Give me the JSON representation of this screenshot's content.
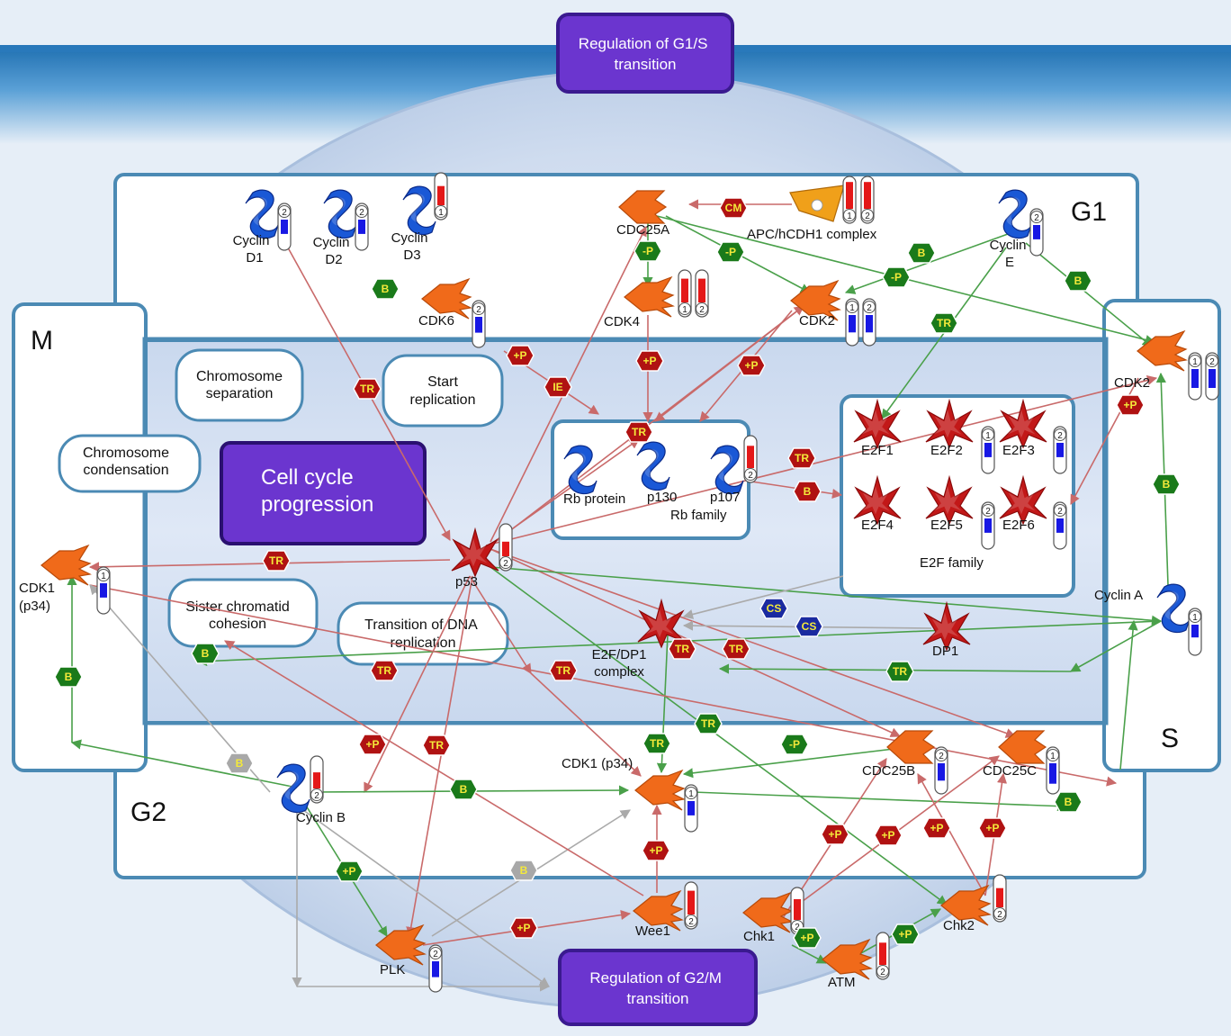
{
  "header": {
    "g1s_regulation": [
      "Regulation of G1/S",
      "transition"
    ],
    "g2m_regulation": [
      "Regulation of G2/M",
      "transition"
    ],
    "center_title": [
      "Cell cycle",
      "progression"
    ]
  },
  "phases": {
    "g1": "G1",
    "s": "S",
    "g2": "G2",
    "m": "M"
  },
  "process_boxes": {
    "chromosome_separation": [
      "Chromosome",
      "separation"
    ],
    "start_replication": [
      "Start",
      "replication"
    ],
    "chromosome_condensation": [
      "Chromosome",
      "condensation"
    ],
    "sister_chromatid_cohesion": [
      "Sister chromatid",
      "cohesion"
    ],
    "transition_dna_replication": [
      "Transition of DNA",
      "replication"
    ]
  },
  "groups": {
    "rb_family": "Rb family",
    "e2f_family": "E2F family"
  },
  "nodes": {
    "cyclin_d1": [
      "Cyclin",
      "D1"
    ],
    "cyclin_d2": [
      "Cyclin",
      "D2"
    ],
    "cyclin_d3": [
      "Cyclin",
      "D3"
    ],
    "cdc25a": "CDC25A",
    "apc": "APC/hCDH1 complex",
    "cyclin_e": [
      "Cyclin",
      "E"
    ],
    "cdk6": "CDK6",
    "cdk4": "CDK4",
    "cdk2_g1": "CDK2",
    "cdk2_s": "CDK2",
    "rb_protein": "Rb protein",
    "p130": "p130",
    "p107": "p107",
    "e2f1": "E2F1",
    "e2f2": "E2F2",
    "e2f3": "E2F3",
    "e2f4": "E2F4",
    "e2f5": "E2F5",
    "e2f6": "E2F6",
    "p53": "p53",
    "e2f_dp1": [
      "E2F/DP1",
      "complex"
    ],
    "dp1": "DP1",
    "cyclin_a": "Cyclin A",
    "cdk1_m": [
      "CDK1",
      "(p34)"
    ],
    "cdk1_g2": "CDK1 (p34)",
    "cdc25b": "CDC25B",
    "cdc25c": "CDC25C",
    "cyclin_b": "Cyclin B",
    "plk": "PLK",
    "wee1": "Wee1",
    "chk1": "Chk1",
    "atm": "ATM",
    "chk2": "Chk2"
  },
  "thermometer_numbers": [
    "1",
    "2"
  ],
  "edge_labels": {
    "tr": "TR",
    "p_plus": "+P",
    "p_minus": "-P",
    "ie": "IE",
    "b": "B",
    "cm": "CM",
    "cs": "CS"
  },
  "colors": {
    "background": "#e6eef7",
    "phase_box_border": "#4b8ab4",
    "regulation_box": "#6b35cf",
    "regulation_border": "#3a1a8f",
    "enzyme": "#f06a1a",
    "cyclin": "#1a58d6",
    "transcription_factor": "#c21818",
    "hex_inhibit": "#b01212",
    "hex_activate": "#1a7a1a",
    "hex_bind": "#1a2aa0",
    "hex_neutral": "#a8a8a8",
    "edge_red": "#c96a6a",
    "edge_green": "#4aa04a",
    "edge_grey": "#aaaaaa",
    "gauge_up": "#e41818",
    "gauge_down": "#1818e4"
  }
}
